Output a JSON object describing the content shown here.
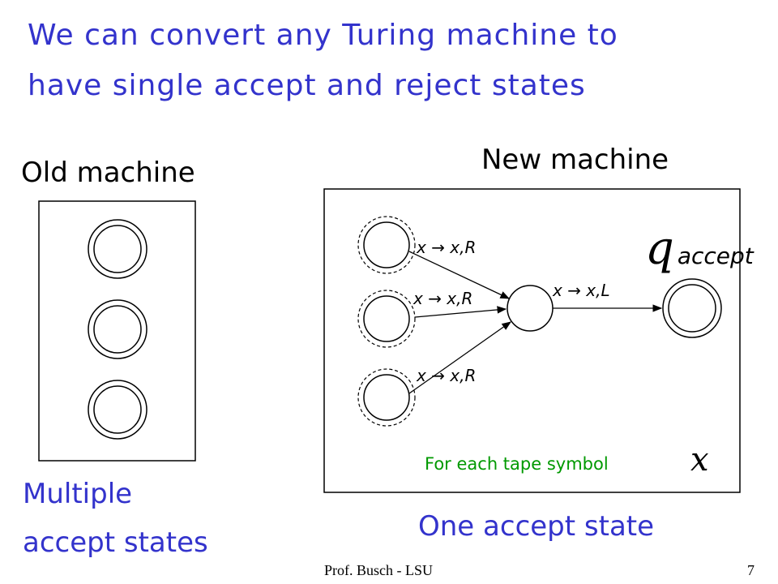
{
  "title": {
    "line1": "We can convert any Turing machine to",
    "line2": "have single accept and reject states"
  },
  "old_machine": {
    "heading": "Old machine",
    "caption_line1": "Multiple",
    "caption_line2": "accept states"
  },
  "new_machine": {
    "heading": "New machine",
    "caption": "One accept state",
    "state_label": "q",
    "state_label_sub": "accept",
    "transitions": {
      "top": "x → x,R",
      "middle": "x → x,R",
      "bottom": "x → x,R",
      "to_accept": "x → x,L"
    },
    "note": "For each tape symbol",
    "note_symbol": "x"
  },
  "footer": {
    "author": "Prof. Busch - LSU",
    "page_number": "7"
  },
  "colors": {
    "title": "#3333cc",
    "note": "#009900",
    "labels": "#000000"
  }
}
